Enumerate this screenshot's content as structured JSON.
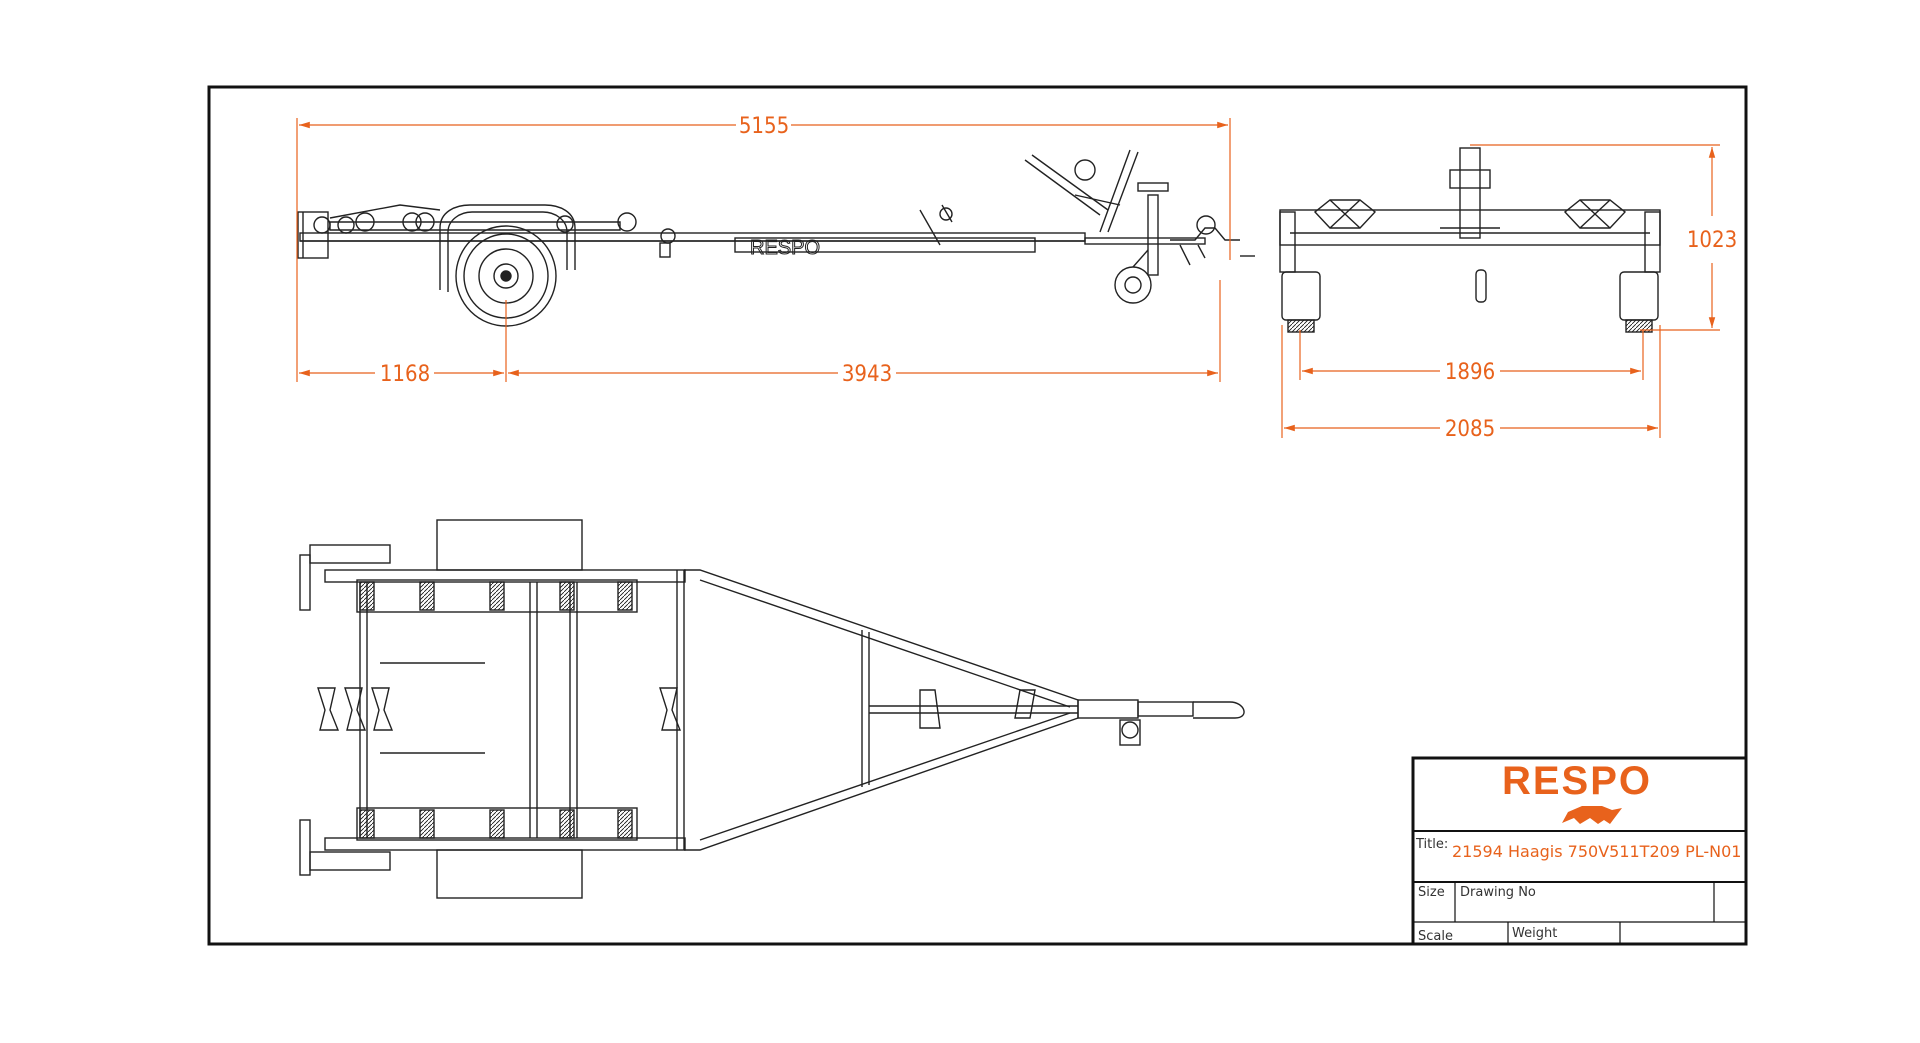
{
  "dimensions": {
    "overall_length": "5155",
    "rear_to_axle": "1168",
    "axle_to_coupling": "3943",
    "height": "1023",
    "track_width": "1896",
    "overall_width": "2085"
  },
  "side_view": {
    "frame_lettering": "RESPO"
  },
  "title_block": {
    "logo_text": "RESPO",
    "title_label": "Title:",
    "title_value": "21594 Haagis 750V511T209 PL-N01",
    "size_label": "Size",
    "drawing_no_label": "Drawing No",
    "scale_label": "Scale",
    "weight_label": "Weight"
  },
  "colors": {
    "dimension": "#e8621c",
    "line": "#111111",
    "brand": "#e8621c"
  }
}
